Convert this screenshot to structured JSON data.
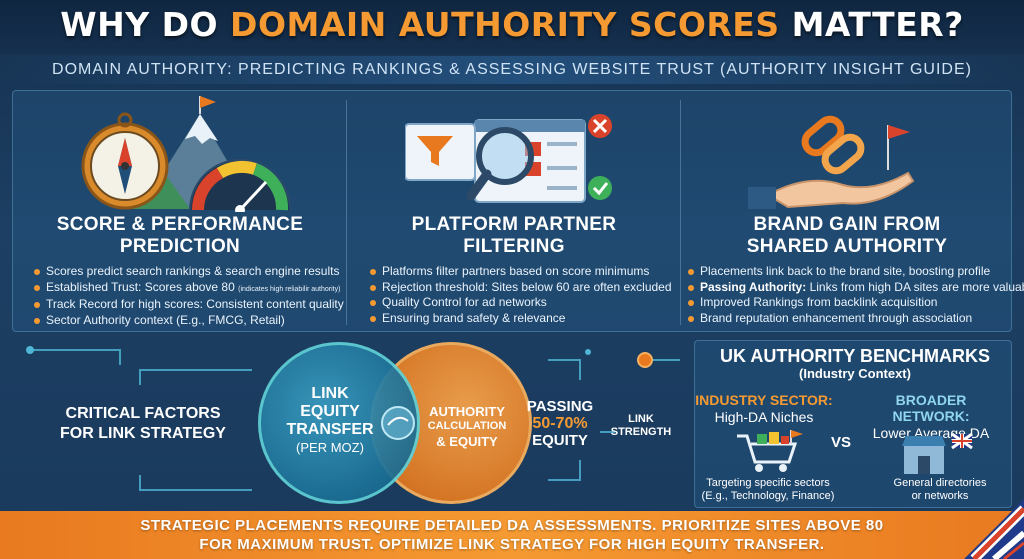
{
  "header": {
    "title_part1": "WHY DO ",
    "title_accent": "DOMAIN AUTHORITY SCORES",
    "title_part2": " MATTER?",
    "subtitle": "DOMAIN AUTHORITY: PREDICTING RANKINGS & ASSESSING WEBSITE TRUST (AUTHORITY INSIGHT GUIDE)"
  },
  "columns": [
    {
      "title_line1": "SCORE & PERFORMANCE",
      "title_line2": "PREDICTION",
      "bullets": [
        "Scores predict search rankings & search engine results",
        "Established Trust: Scores above 80",
        "Track Record for high scores: Consistent content quality",
        "Sector Authority context (E.g., FMCG, Retail)"
      ],
      "bullet2_small": "(indicates high reliabilir authority)"
    },
    {
      "title_line1": "PLATFORM PARTNER",
      "title_line2": "FILTERING",
      "bullets": [
        "Platforms filter partners based on score minimums",
        "Rejection threshold: Sites below 60 are often excluded",
        "Quality Control for ad networks",
        "Ensuring brand safety & relevance"
      ]
    },
    {
      "title_line1": "BRAND GAIN FROM",
      "title_line2": "SHARED AUTHORITY",
      "bullets": [
        "Placements link back to the brand site, boosting profile",
        "Links from high DA sites are more valuable",
        "Improved Rankings from backlink acquisition",
        "Brand reputation enhancement through association"
      ],
      "bullet2_bold": "Passing Authority:"
    }
  ],
  "link_strategy": {
    "label_line1": "CRITICAL FACTORS",
    "label_line2": "FOR LINK STRATEGY",
    "blue_circle": [
      "LINK",
      "EQUITY",
      "TRANSFER",
      "(PER MOZ)"
    ],
    "orange_circle": [
      "AUTHORITY",
      "CALCULATION",
      "& EQUITY"
    ],
    "passing_line1": "PASSING",
    "passing_pct": "50-70%",
    "passing_line3": "EQUITY",
    "link_strength_line1": "LINK",
    "link_strength_line2": "STRENGTH"
  },
  "benchmarks": {
    "title": "UK AUTHORITY BENCHMARKS",
    "subtitle": "(Industry Context)",
    "left_head": "INDUSTRY SECTOR:",
    "left_val": "High-DA Niches",
    "left_note_line1": "Targeting specific sectors",
    "left_note_line2": "(E.g., Technology, Finance)",
    "vs": "VS",
    "right_head": "BROADER NETWORK:",
    "right_val": "Lower Average DA",
    "right_note_line1": "General directories",
    "right_note_line2": "or networks"
  },
  "footer": {
    "line1": "STRATEGIC PLACEMENTS REQUIRE DETAILED DA ASSESSMENTS. PRIORITIZE SITES ABOVE 80",
    "line2": "FOR MAXIMUM TRUST. OPTIMIZE LINK STRATEGY FOR HIGH EQUITY TRANSFER."
  },
  "colors": {
    "accent_orange": "#f59a32",
    "teal": "#5fd0d6",
    "bench_left_head": "#f59a32",
    "bench_right_head": "#8fd6ee"
  },
  "icons": [
    "compass-icon",
    "mountain-flag-icon",
    "gauge-icon",
    "filter-funnel-icon",
    "magnifier-icon",
    "checklist-icon",
    "chain-link-icon",
    "hand-icon",
    "flag-icon",
    "shopping-cart-icon",
    "storefront-icon",
    "uk-flag-icon"
  ]
}
